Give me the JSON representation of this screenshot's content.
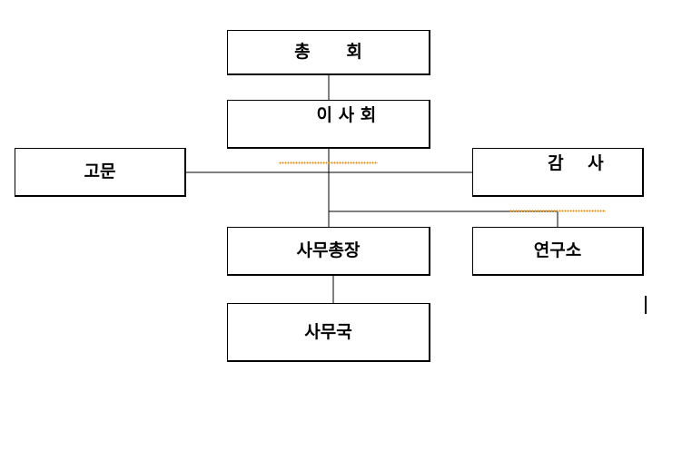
{
  "diagram": {
    "nodes": {
      "general_assembly": "총      회",
      "board": "이 사 회",
      "advisor": "고문",
      "auditor": "감    사",
      "secretary_general": "사무총장",
      "institute": "연구소",
      "secretariat": "사무국"
    },
    "edges": [
      [
        "general_assembly",
        "board"
      ],
      [
        "board",
        "advisor"
      ],
      [
        "board",
        "auditor"
      ],
      [
        "board",
        "secretary_general"
      ],
      [
        "board",
        "institute"
      ],
      [
        "secretary_general",
        "secretariat"
      ]
    ],
    "colors": {
      "line": "#000000",
      "spellcheck_underline": "#e08a00"
    }
  }
}
